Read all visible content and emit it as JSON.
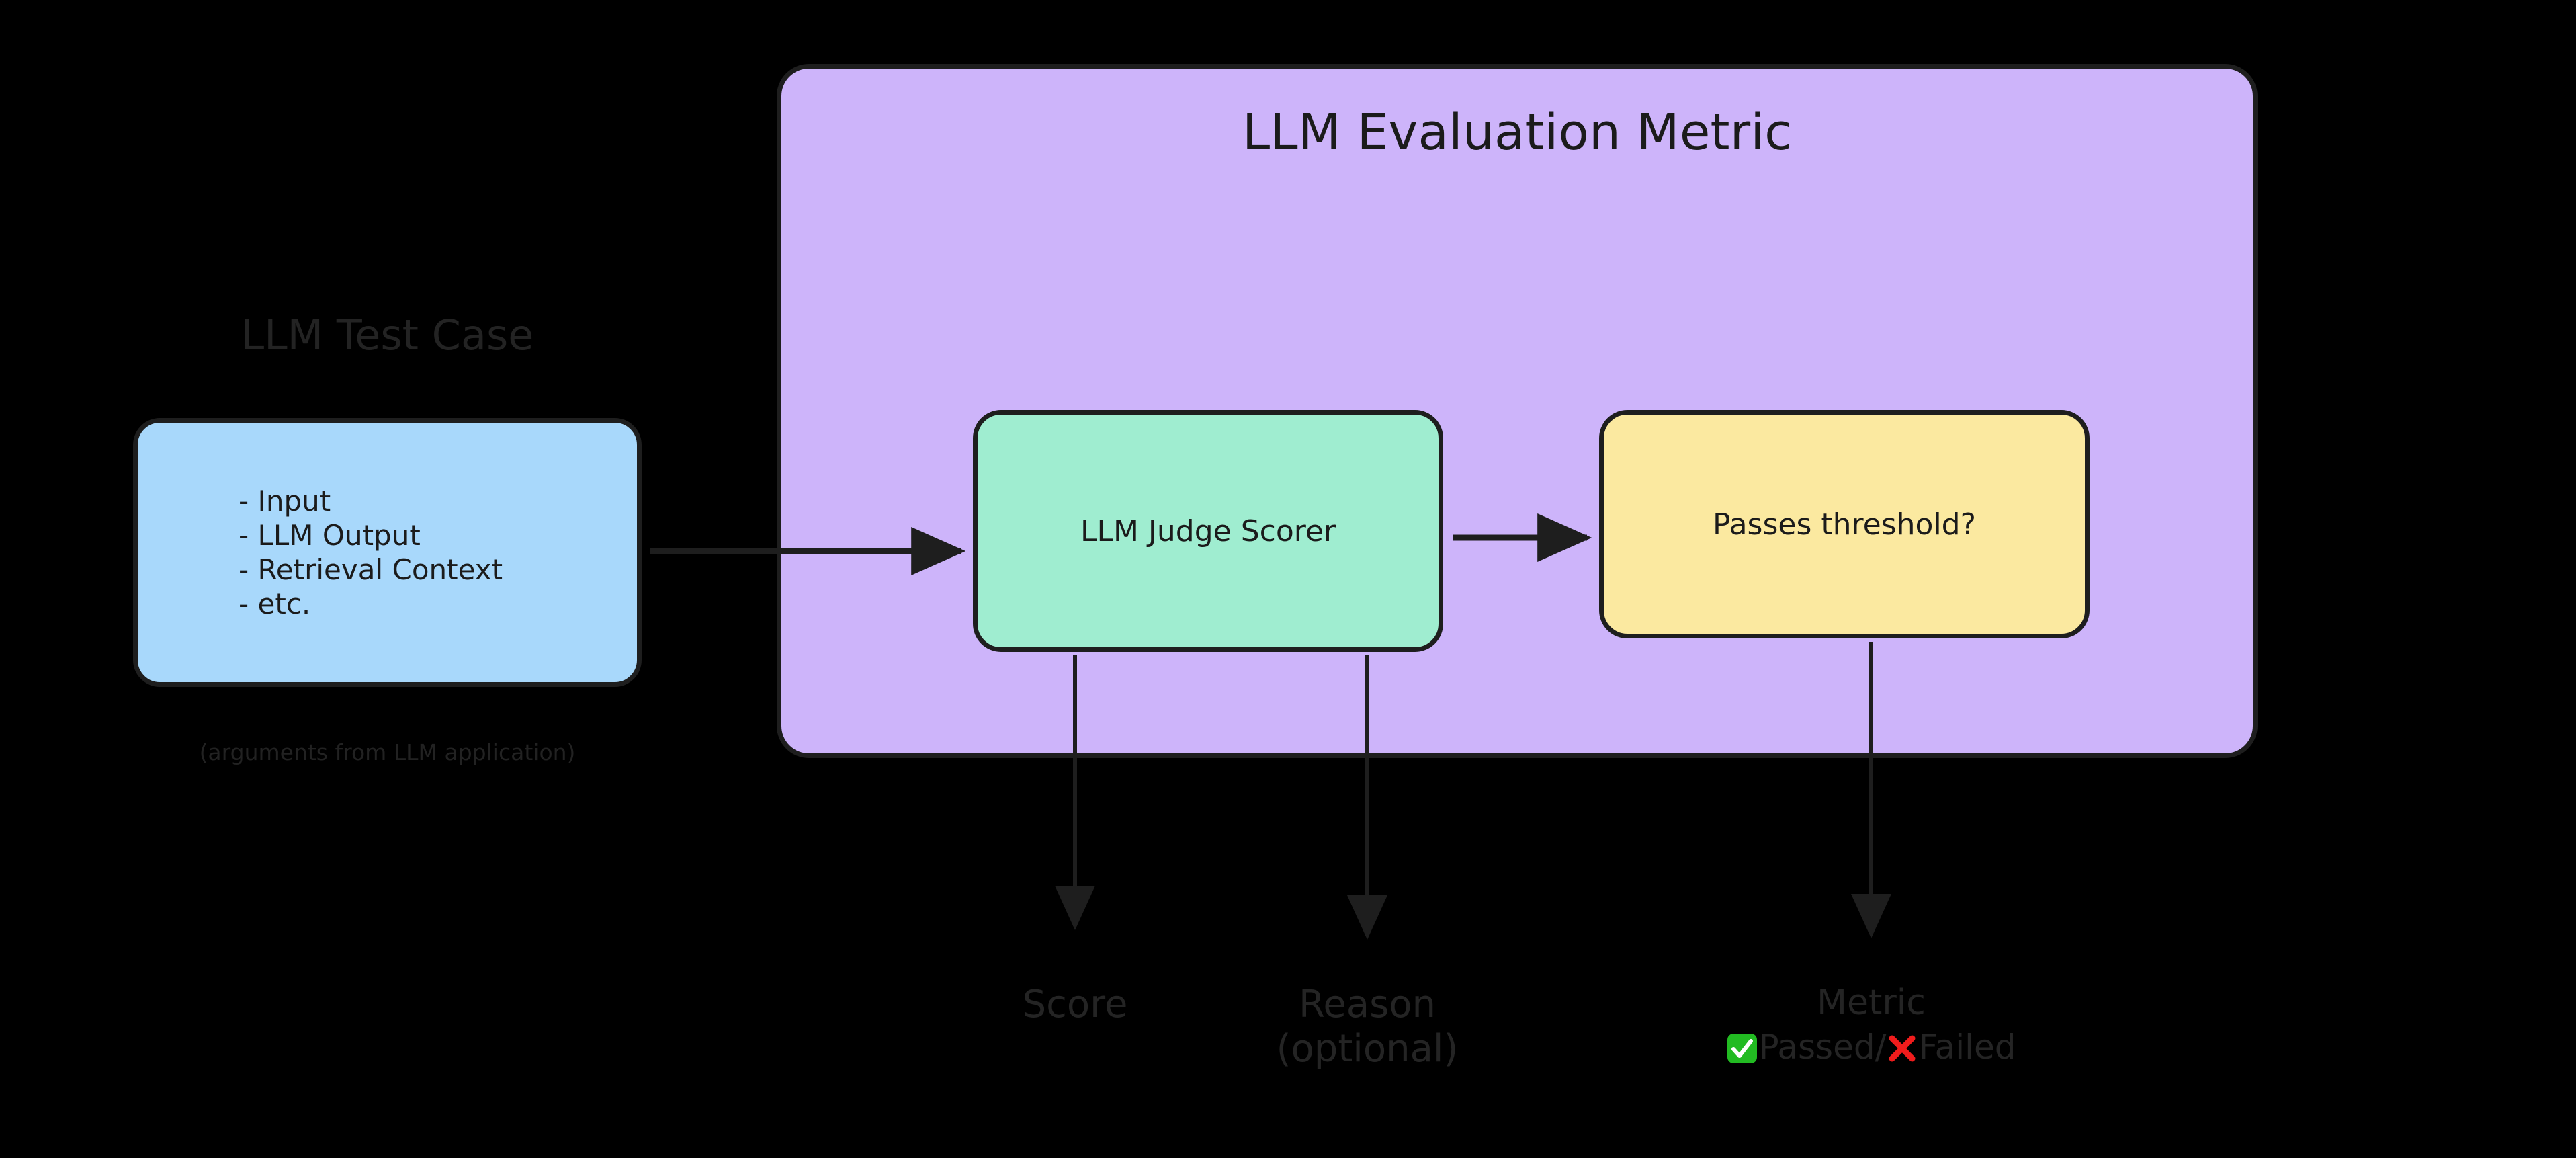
{
  "diagram": {
    "type": "flowchart",
    "background": "#000000",
    "title_visible": false
  },
  "colors": {
    "background": "#000000",
    "cluster_purple": "#cdb4fa",
    "node_blue": "#a8d8fb",
    "node_green": "#9fedd0",
    "node_yellow": "#fbe9a0",
    "stroke": "#1e1e1e",
    "text_dark": "#1b1b1b",
    "text_dim": "#232323",
    "check_green": "#22bb22",
    "cross_red": "#f01c1c"
  },
  "test_case": {
    "label": "LLM Test Case",
    "items": [
      "- Input",
      "- LLM Output",
      "- Retrieval Context",
      "- etc."
    ],
    "caption": "(arguments from LLM application)"
  },
  "cluster": {
    "title": "LLM Evaluation Metric"
  },
  "nodes": {
    "scorer": {
      "label": "LLM Judge Scorer"
    },
    "threshold": {
      "label": "Passes threshold?"
    }
  },
  "outputs": {
    "score": {
      "label": "Score"
    },
    "reason": {
      "label": "Reason",
      "sublabel": "(optional)"
    },
    "metric": {
      "label": "Metric",
      "passed_icon": "white-check-mark-icon",
      "passed_text": "Passed",
      "separator": "/",
      "failed_icon": "cross-mark-icon",
      "failed_text": "Failed"
    }
  },
  "edges": [
    {
      "from": "llm-test-case",
      "to": "llm-judge-scorer",
      "direction": "right"
    },
    {
      "from": "llm-judge-scorer",
      "to": "passes-threshold",
      "direction": "right"
    },
    {
      "from": "llm-judge-scorer",
      "to": "score",
      "direction": "down"
    },
    {
      "from": "llm-judge-scorer",
      "to": "reason",
      "direction": "down"
    },
    {
      "from": "passes-threshold",
      "to": "metric",
      "direction": "down"
    }
  ]
}
